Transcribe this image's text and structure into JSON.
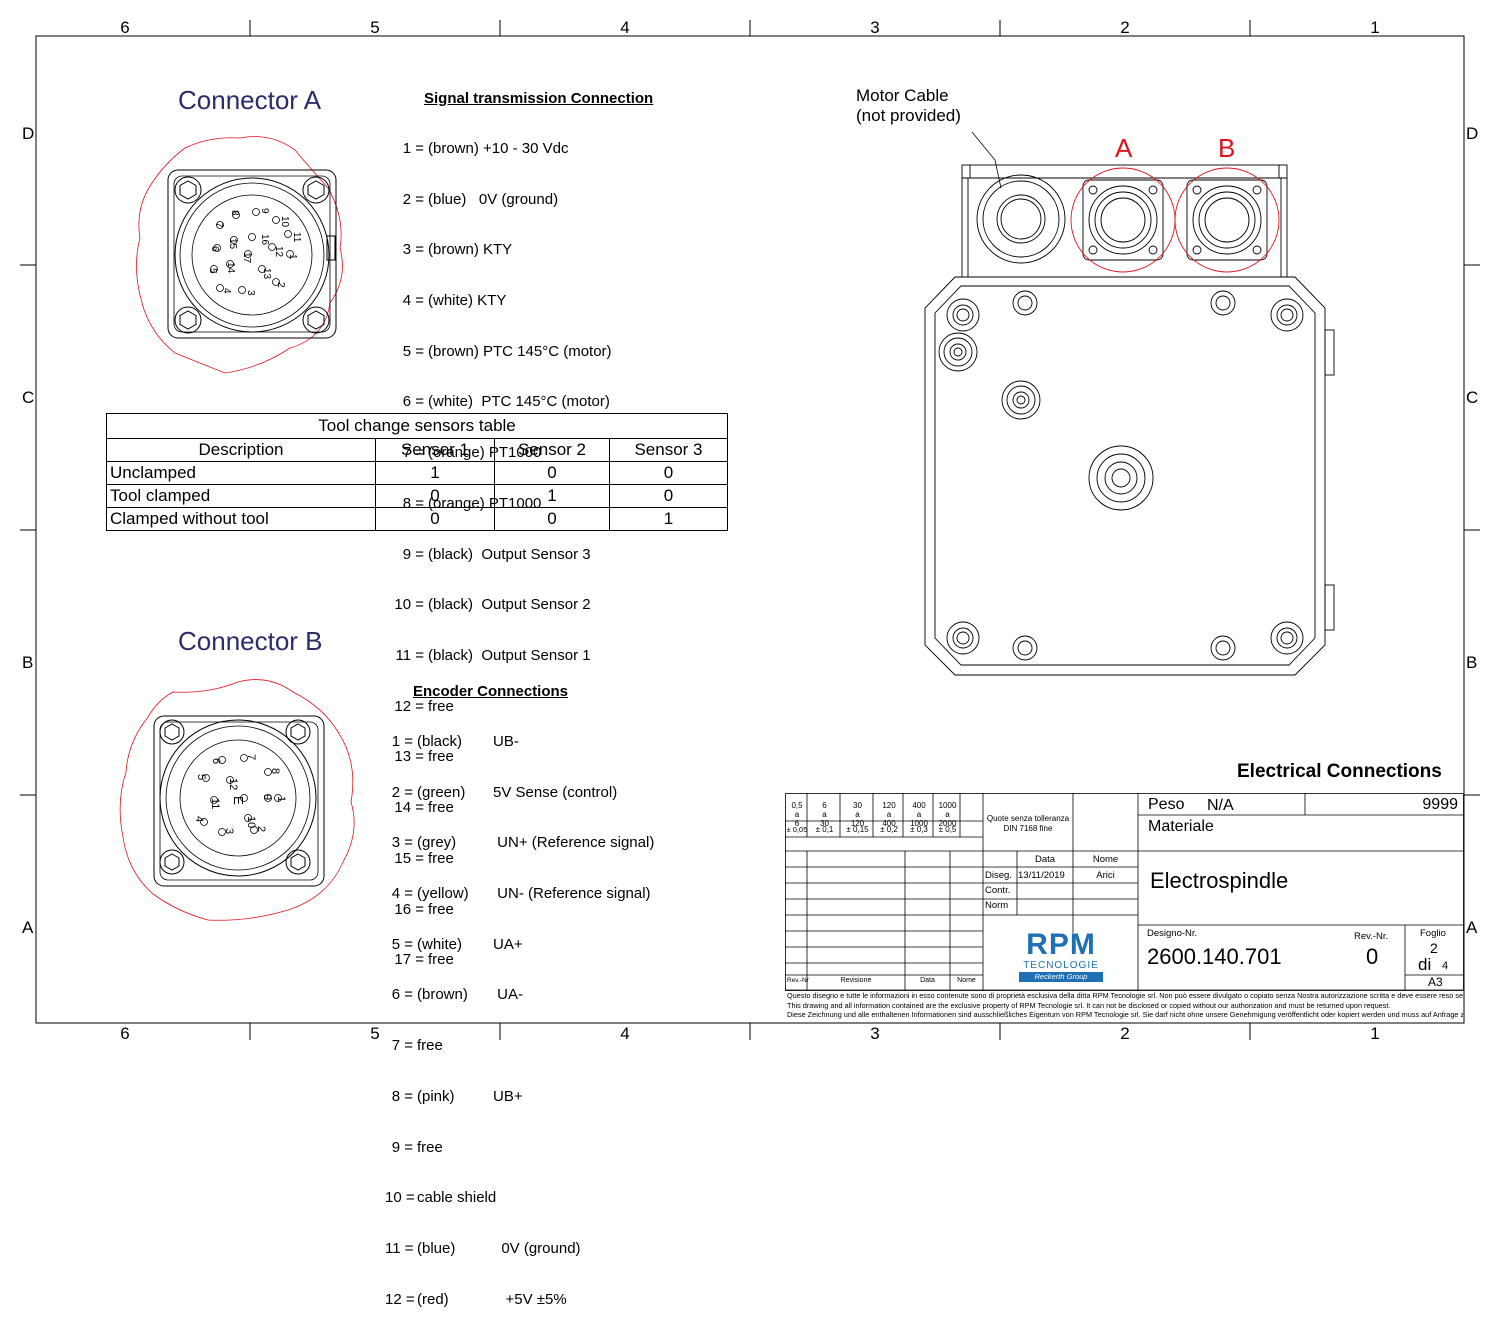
{
  "zones": {
    "top": [
      "6",
      "5",
      "4",
      "3",
      "2",
      "1"
    ],
    "side": [
      "D",
      "C",
      "B",
      "A"
    ]
  },
  "connector_a": {
    "title": "Connector A",
    "list_title": "Signal transmission Connection",
    "pins": [
      {
        "n": "1 =",
        "t": "(brown) +10 - 30 Vdc"
      },
      {
        "n": "2 =",
        "t": "(blue)   0V (ground)"
      },
      {
        "n": "3 =",
        "t": "(brown) KTY"
      },
      {
        "n": "4 =",
        "t": "(white) KTY"
      },
      {
        "n": "5 =",
        "t": "(brown) PTC 145°C (motor)"
      },
      {
        "n": "6 =",
        "t": "(white)  PTC 145°C (motor)"
      },
      {
        "n": "7 =",
        "t": "(orange) PT1000"
      },
      {
        "n": "8 =",
        "t": "(orange) PT1000"
      },
      {
        "n": "9 =",
        "t": "(black)  Output Sensor 3"
      },
      {
        "n": "10 =",
        "t": "(black)  Output Sensor 2"
      },
      {
        "n": "11 =",
        "t": "(black)  Output Sensor 1"
      },
      {
        "n": "12 =",
        "t": "free"
      },
      {
        "n": "13 =",
        "t": "free"
      },
      {
        "n": "14 =",
        "t": "free"
      },
      {
        "n": "15 =",
        "t": "free"
      },
      {
        "n": "16 =",
        "t": "free"
      },
      {
        "n": "17 =",
        "t": "free"
      }
    ],
    "face_labels": [
      "8",
      "9",
      "10",
      "11",
      "7",
      "16",
      "12",
      "1",
      "15",
      "17",
      "13",
      "6",
      "5",
      "14",
      "3",
      "4",
      "2"
    ]
  },
  "sensor_table": {
    "caption": "Tool change sensors table",
    "headers": [
      "Description",
      "Sensor 1",
      "Sensor 2",
      "Sensor 3"
    ],
    "rows": [
      [
        "Unclamped",
        "1",
        "0",
        "0"
      ],
      [
        "Tool clamped",
        "0",
        "1",
        "0"
      ],
      [
        "Clamped without tool",
        "0",
        "0",
        "1"
      ]
    ]
  },
  "connector_b": {
    "title": "Connector B",
    "list_title": "Encoder Connections",
    "pins": [
      {
        "n": "1 =",
        "c": "(black)",
        "d": "UB-"
      },
      {
        "n": "2 =",
        "c": "(green)",
        "d": "5V Sense (control)"
      },
      {
        "n": "3 =",
        "c": "(grey)",
        "d": " UN+ (Reference signal)"
      },
      {
        "n": "4 =",
        "c": "(yellow)",
        "d": " UN- (Reference signal)"
      },
      {
        "n": "5 =",
        "c": "(white)",
        "d": "UA+"
      },
      {
        "n": "6 =",
        "c": "(brown)",
        "d": " UA-"
      },
      {
        "n": "7 =",
        "c": "free",
        "d": ""
      },
      {
        "n": "8 =",
        "c": "(pink)",
        "d": "UB+"
      },
      {
        "n": "9 =",
        "c": "free",
        "d": ""
      },
      {
        "n": "10 =",
        "c": "cable shield",
        "d": ""
      },
      {
        "n": "11 =",
        "c": "(blue)",
        "d": "  0V (ground)"
      },
      {
        "n": "12 =",
        "c": "(red)",
        "d": "   +5V ±5%"
      }
    ],
    "face_labels": [
      "6",
      "7",
      "8",
      "5",
      "12",
      "9",
      "1",
      "11",
      "E",
      "10",
      "4",
      "3",
      "2"
    ]
  },
  "motor": {
    "cable_label_1": "Motor Cable",
    "cable_label_2": "(not provided)",
    "label_a": "A",
    "label_b": "B"
  },
  "title_block": {
    "heading": "Electrical Connections",
    "tolerance_ranges": [
      [
        "0,5",
        "a",
        "6"
      ],
      [
        "6",
        "a",
        "30"
      ],
      [
        "30",
        "a",
        "120"
      ],
      [
        "120",
        "a",
        "400"
      ],
      [
        "400",
        "a",
        "1000"
      ],
      [
        "1000",
        "a",
        "2000"
      ]
    ],
    "tolerance_values": [
      "± 0,05",
      "± 0,1",
      "± 0,15",
      "± 0,2",
      "± 0,3",
      "± 0,5"
    ],
    "tolerance_note_1": "Quote senza tolleranza",
    "tolerance_note_2": "DIN 7168 fine",
    "col_data": "Data",
    "col_nome": "Nome",
    "row_diseg": "Diseg.",
    "row_contr": "Contr.",
    "row_norm": "Norm",
    "diseg_date": "13/11/2019",
    "diseg_name": "Arici",
    "rev_nr": "Rev.-Nr",
    "revisione": "Revisione",
    "data": "Data",
    "nome": "Nome",
    "peso_label": "Peso",
    "peso_value": "N/A",
    "peso_code": "9999",
    "materiale": "Materiale",
    "part_name": "Electrospindle",
    "designo_label": "Designo-Nr.",
    "designo_value": "2600.140.701",
    "rev_label": "Rev.-Nr.",
    "rev_value": "0",
    "foglio_label": "Foglio",
    "foglio_value": "2",
    "di_label": "di",
    "di_value": "4",
    "format": "A3",
    "logo_main": "RPM",
    "logo_sub": "TECNOLOGIE",
    "logo_group": "Reckerth Group",
    "disclaimer_it": "Questo disegno e tutte le informazioni in esso contenute sono di proprietà esclusiva della ditta RPM Tecnologie srl. Non può essere divulgato o copiato senza Nostra autorizzazione scritta e deve essere reso se richiesto.",
    "disclaimer_en": "This drawing and all information contained are the exclusive property of RPM Tecnologie srl. It can not be disclosed or copied without our authorization and must be returned upon request.",
    "disclaimer_de": "Diese Zeichnung und alle enthaltenen Informationen sind  ausschließliches Eigentum von RPM Tecnologie srl. Sie darf nicht ohne unsere Genehmigung veröffentlicht oder kopiert werden und muss auf Anfrage zurückgegeben werden."
  },
  "colors": {
    "ink": "#000000",
    "title_blue": "#2c2c6a",
    "red": "#e0141e",
    "logo_blue": "#1e6fb4"
  }
}
